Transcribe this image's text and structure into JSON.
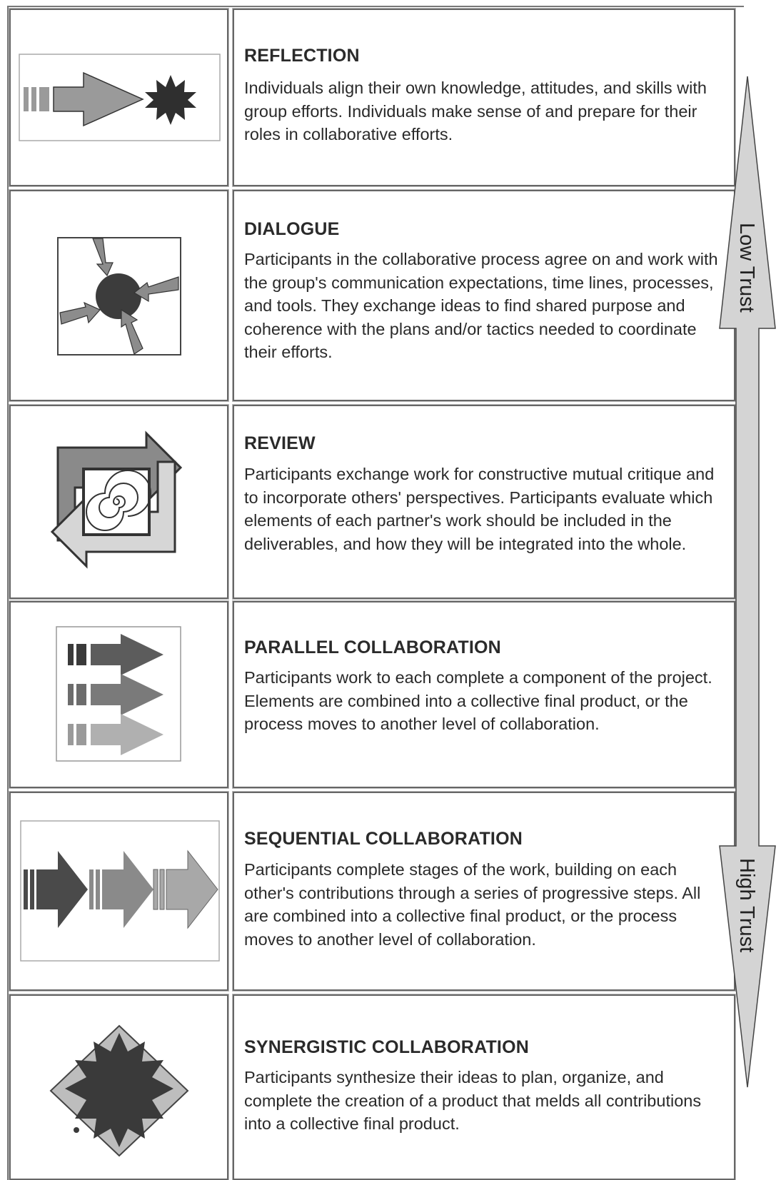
{
  "rows": [
    {
      "title": "REFLECTION",
      "description": "Individuals align their own knowledge, attitudes, and skills with group efforts. Individuals make sense of and prepare for their roles in collaborative efforts."
    },
    {
      "title": "DIALOGUE",
      "description": "Participants in the collaborative process agree on and work with the group's communication expectations, time lines, processes, and tools. They exchange ideas to find shared purpose and coherence with the plans and/or tactics needed to coordinate their efforts."
    },
    {
      "title": "REVIEW",
      "description": "Participants exchange work for constructive mutual critique and to incorporate others' perspectives. Participants evaluate which elements of each partner's work should be included in the deliverables, and how they will be integrated into the whole."
    },
    {
      "title": "PARALLEL COLLABORATION",
      "description": "Participants work to each complete a component of the project. Elements are combined into a collective final product, or the process moves to another level of collaboration."
    },
    {
      "title": "SEQUENTIAL COLLABORATION",
      "description": "Participants complete stages of the work, building on each other's contributions through a series of progressive steps. All are combined into a collective final product, or the process moves to another level of collaboration."
    },
    {
      "title": "SYNERGISTIC COLLABORATION",
      "description": "Participants synthesize their ideas to plan, organize, and complete the creation of a product that melds all contributions into a collective final product."
    }
  ],
  "trust_scale": {
    "low_label": "Low Trust",
    "high_label": "High Trust"
  },
  "colors": {
    "dark": "#3a3a3a",
    "mid": "#8a8a8a",
    "light": "#bdbdbd",
    "arrow_fill": "#d4d4d4",
    "border": "#666666"
  },
  "icons": [
    "arrow-to-star-icon",
    "converging-arrows-icon",
    "spiral-arrows-icon",
    "parallel-arrows-icon",
    "sequential-arrows-icon",
    "synergy-star-icon"
  ]
}
